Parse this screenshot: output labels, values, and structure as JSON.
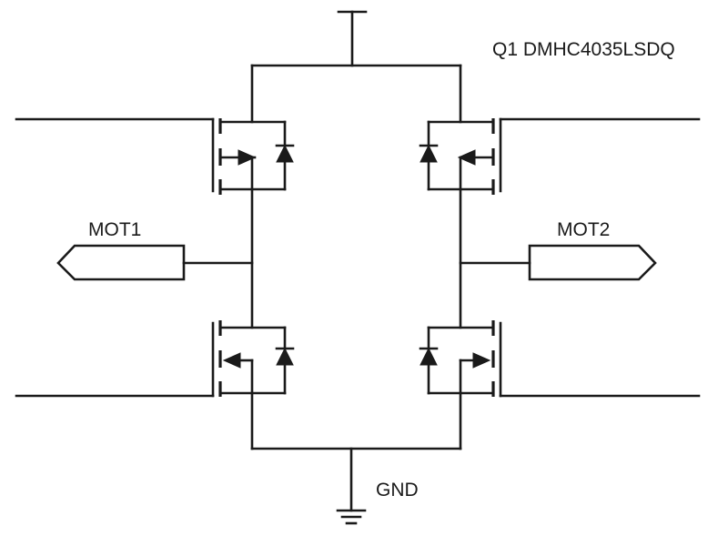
{
  "title": "Q1 DMHC4035LSDQ",
  "labels": {
    "mot1": "MOT1",
    "mot2": "MOT2",
    "gnd": "GND"
  },
  "colors": {
    "line": "#1a1a1a",
    "background": "#ffffff"
  }
}
